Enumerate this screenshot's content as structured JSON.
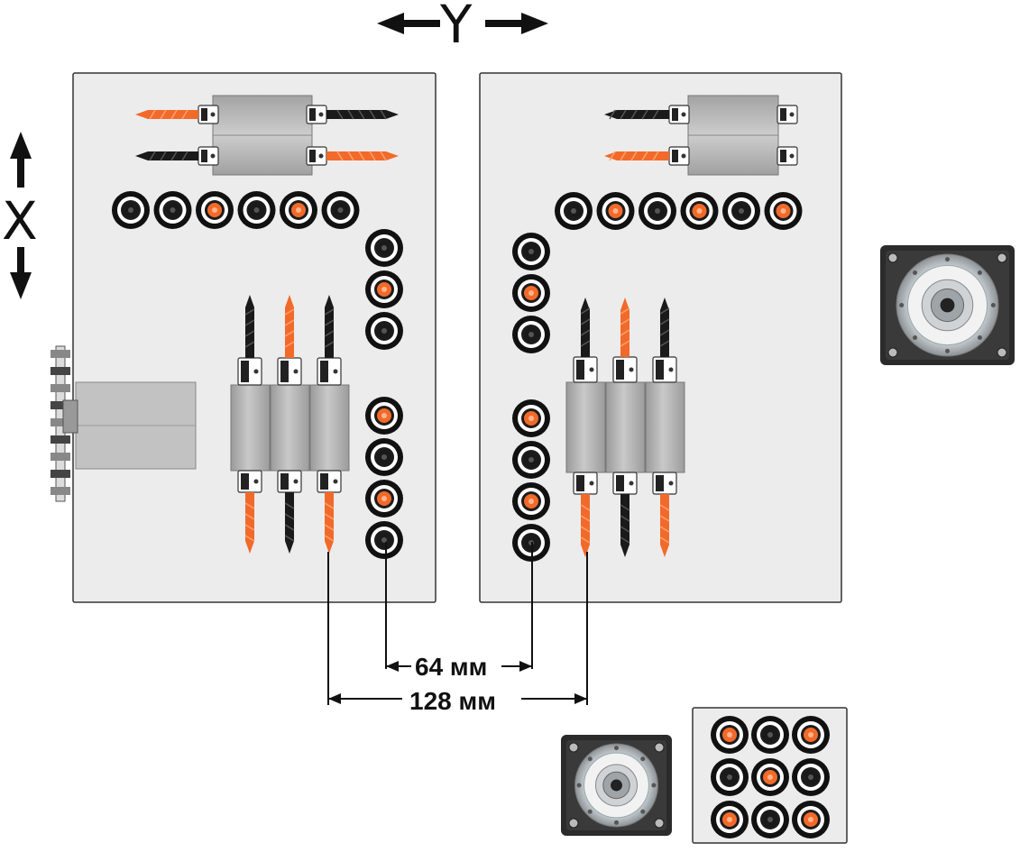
{
  "axes": {
    "y_label": "Y",
    "x_label": "X"
  },
  "dimensions": {
    "small_label": "64 мм",
    "large_label": "128 мм"
  },
  "colors": {
    "panel": "#ececec",
    "panel_border": "#333333",
    "drill_orange": "#f26a2a",
    "drill_black": "#1a1a1a",
    "block_gray": "#b5b5b5",
    "motor_body": "#2b2b2b",
    "motor_ring": "#cfd3d6"
  },
  "icons": [
    "double-arrow-horizontal-icon",
    "double-arrow-vertical-icon",
    "drill-bit-icon",
    "spindle-socket-icon",
    "spindle-motor-icon"
  ],
  "left_head": {
    "top_row_sockets": [
      "black",
      "black",
      "orange",
      "black",
      "orange",
      "black"
    ],
    "right_column_upper": [
      "black",
      "orange",
      "black"
    ],
    "right_column_lower": [
      "orange",
      "black",
      "orange",
      "black"
    ],
    "top_drills": [
      {
        "left": "orange",
        "right": "black"
      },
      {
        "left": "black",
        "right": "orange"
      }
    ],
    "vertical_drills_up": [
      "black",
      "orange",
      "black"
    ],
    "vertical_drills_down": [
      "orange",
      "black",
      "orange"
    ]
  },
  "right_head": {
    "top_row_sockets": [
      "black",
      "orange",
      "black",
      "orange",
      "black",
      "orange"
    ],
    "left_column_upper": [
      "black",
      "orange",
      "black"
    ],
    "left_column_lower": [
      "orange",
      "black",
      "orange",
      "black"
    ],
    "top_drills": [
      {
        "left": "black"
      },
      {
        "left": "orange"
      }
    ],
    "vertical_drills_up": [
      "black",
      "orange",
      "black"
    ],
    "vertical_drills_down": [
      "orange",
      "black",
      "orange"
    ]
  },
  "socket_grid": [
    "orange",
    "black",
    "orange",
    "black",
    "orange",
    "black",
    "orange",
    "black",
    "orange"
  ]
}
